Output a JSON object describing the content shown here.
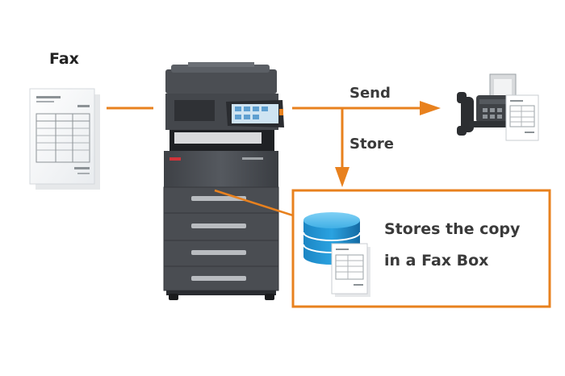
{
  "labels": {
    "fax": "Fax",
    "send": "Send",
    "store": "Store",
    "fax_box_line1": "Stores the copy",
    "fax_box_line2": "in a Fax Box"
  },
  "colors": {
    "accent": "#E8811E",
    "text": "#3A3A3A",
    "mfp_body": "#4A4D52",
    "database": "#1E93D2"
  },
  "icons": {
    "source_document": "fax-document-icon",
    "mfp": "multifunction-printer-icon",
    "fax_machine": "fax-machine-icon",
    "database": "database-icon",
    "stored_document": "stored-document-icon"
  }
}
